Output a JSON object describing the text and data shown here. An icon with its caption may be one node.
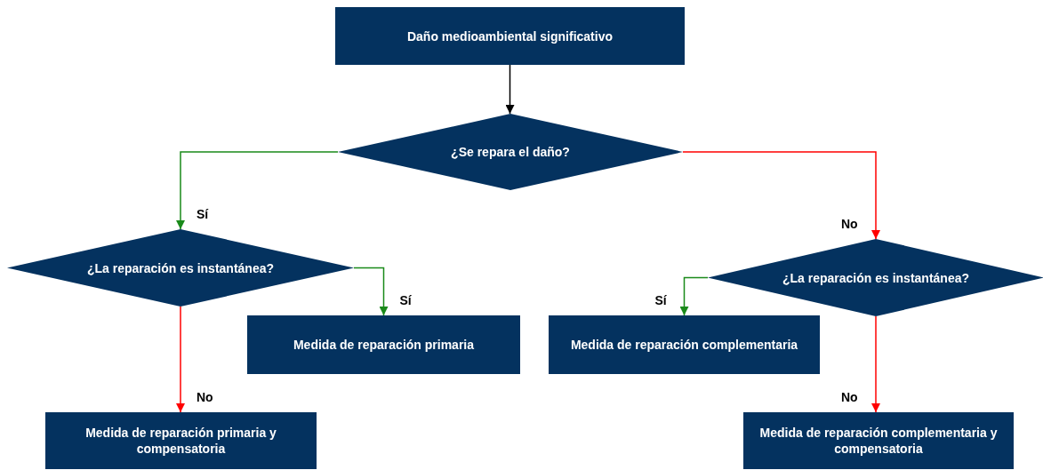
{
  "diagram": {
    "nodes": [
      {
        "text": [
          "Daño medioambiental significativo"
        ]
      },
      {
        "text": [
          "¿Se repara el daño?"
        ]
      },
      {
        "text": [
          "¿La reparación es instantánea?"
        ]
      },
      {
        "text": [
          "¿La reparación es instantánea?"
        ]
      },
      {
        "text": [
          "Medida de reparación primaria"
        ]
      },
      {
        "text": [
          "Medida de reparación complementaria"
        ]
      },
      {
        "text": [
          "Medida de reparación primaria y compensatoria"
        ]
      },
      {
        "text": [
          "Medida de reparación complementaria y compensatoria"
        ]
      }
    ],
    "edges": [
      {
        "from": 0,
        "to": 1,
        "arrow": "to",
        "color": "#000000"
      },
      {
        "from": 1,
        "to": 2,
        "arrow": "to",
        "label": "Sí",
        "color": "#1a8a1a"
      },
      {
        "from": 1,
        "to": 3,
        "arrow": "to",
        "label": "No",
        "color": "#ff0000"
      },
      {
        "from": 2,
        "to": 4,
        "arrow": "to",
        "label": "Sí",
        "color": "#1a8a1a"
      },
      {
        "from": 3,
        "to": 5,
        "arrow": "to",
        "label": "Sí",
        "color": "#1a8a1a"
      },
      {
        "from": 2,
        "to": 6,
        "arrow": "to",
        "label": "No",
        "color": "#ff0000"
      },
      {
        "from": 3,
        "to": 7,
        "arrow": "to",
        "label": "No",
        "color": "#ff0000"
      }
    ]
  }
}
